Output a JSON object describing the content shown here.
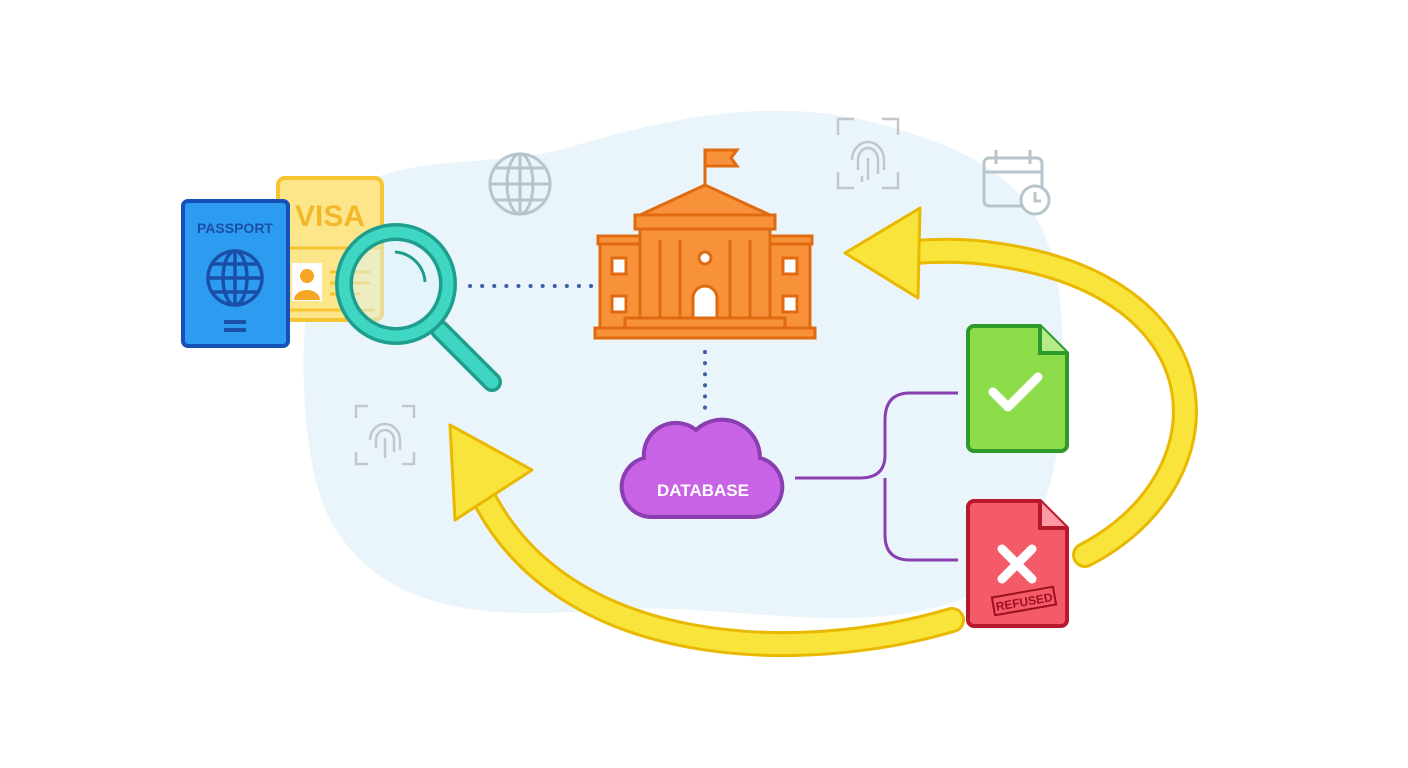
{
  "passport": {
    "label": "PASSPORT",
    "color": "#1e88e5"
  },
  "visa": {
    "label": "VISA",
    "color": "#f9c93a"
  },
  "database": {
    "label": "DATABASE",
    "color": "#c55ae0"
  },
  "approved_doc": {
    "icon": "check-icon",
    "color": "#7ed957"
  },
  "refused_doc": {
    "icon": "x-icon",
    "stamp": "REFUSED",
    "color": "#f0505e"
  },
  "building": {
    "icon": "government-building-icon",
    "color": "#f7923a"
  },
  "arrow_color": "#f5d91b",
  "background_blob_color": "#e9f5fb"
}
